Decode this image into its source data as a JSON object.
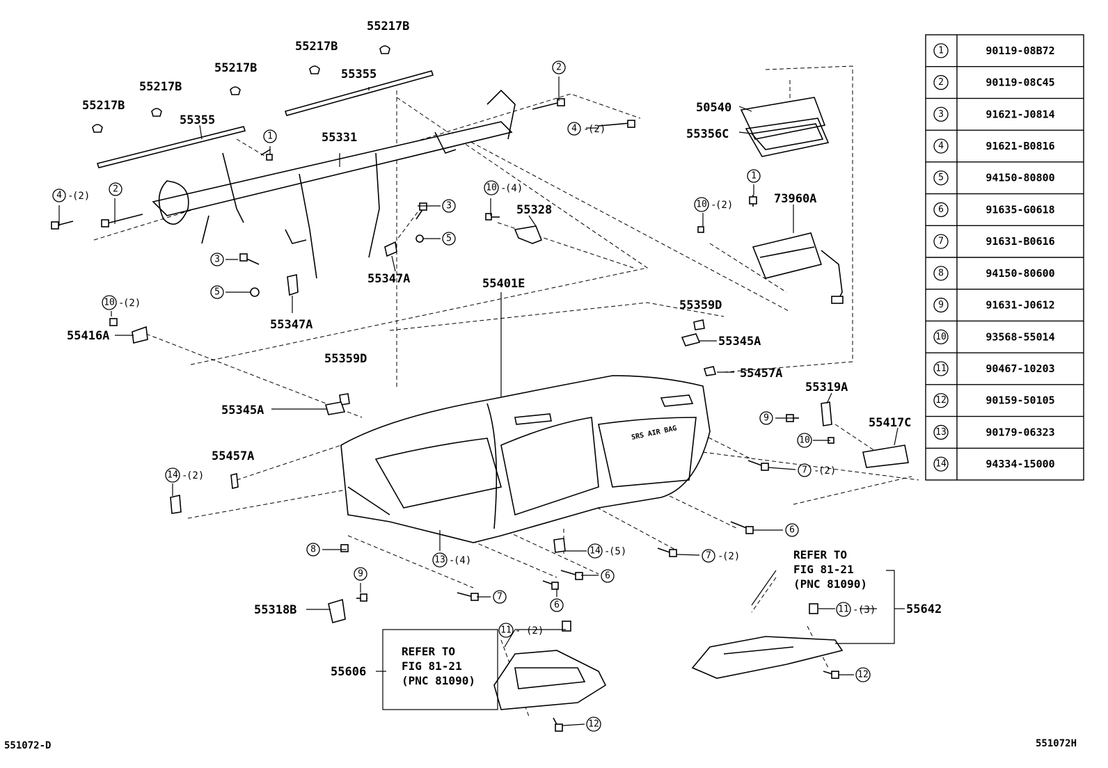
{
  "diagram": {
    "part_labels": {
      "p55217B_1": "55217B",
      "p55217B_2": "55217B",
      "p55217B_3": "55217B",
      "p55217B_4": "55217B",
      "p55217B_5": "55217B",
      "p55355_a": "55355",
      "p55355_b": "55355",
      "p55331": "55331",
      "p50540": "50540",
      "p55356C": "55356C",
      "p73960A": "73960A",
      "p55328": "55328",
      "p55347A_a": "55347A",
      "p55347A_b": "55347A",
      "p55401E": "55401E",
      "p55359D_a": "55359D",
      "p55359D_b": "55359D",
      "p55345A_a": "55345A",
      "p55345A_b": "55345A",
      "p55457A_a": "55457A",
      "p55457A_b": "55457A",
      "p55416A": "55416A",
      "p55319A": "55319A",
      "p55417C": "55417C",
      "p55318B": "55318B",
      "p55606": "55606",
      "p55642": "55642"
    },
    "qty": {
      "q4a": "(2)",
      "q4b": "(2)",
      "q10a": "(4)",
      "q10b": "(2)",
      "q10c": "(2)",
      "q14a": "(2)",
      "q7a": "(2)",
      "q7b": "(2)",
      "q13": "(4)",
      "q14b": "(5)",
      "q11a": "(2)",
      "q11b": "(3)"
    },
    "refer_note": {
      "line1": "REFER TO",
      "line2": "FIG 81-21",
      "line3": "(PNC 81090)"
    },
    "srs_text": "SRS AIR BAG",
    "footer_left": "551072-D",
    "footer_right": "551072H"
  },
  "legend_table": {
    "rows": [
      {
        "num": "1",
        "part": "90119-08B72"
      },
      {
        "num": "2",
        "part": "90119-08C45"
      },
      {
        "num": "3",
        "part": "91621-J0814"
      },
      {
        "num": "4",
        "part": "91621-B0816"
      },
      {
        "num": "5",
        "part": "94150-80800"
      },
      {
        "num": "6",
        "part": "91635-G0618"
      },
      {
        "num": "7",
        "part": "91631-B0616"
      },
      {
        "num": "8",
        "part": "94150-80600"
      },
      {
        "num": "9",
        "part": "91631-J0612"
      },
      {
        "num": "10",
        "part": "93568-55014"
      },
      {
        "num": "11",
        "part": "90467-10203"
      },
      {
        "num": "12",
        "part": "90159-50105"
      },
      {
        "num": "13",
        "part": "90179-06323"
      },
      {
        "num": "14",
        "part": "94334-15000"
      }
    ]
  }
}
